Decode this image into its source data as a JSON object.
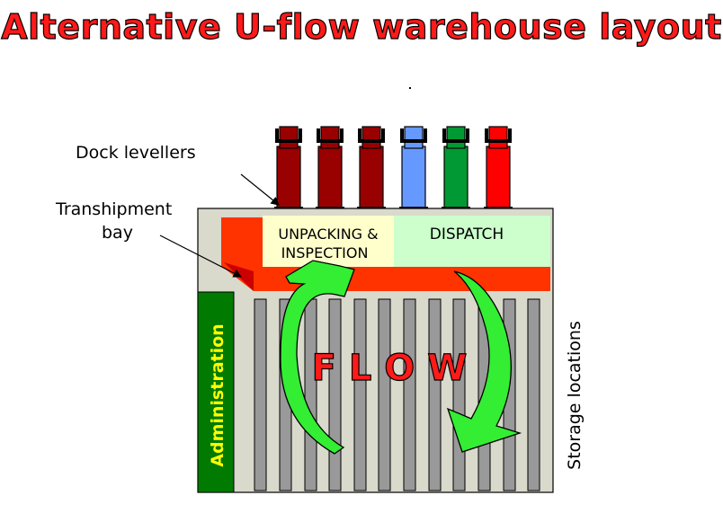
{
  "title": "Alternative U-flow warehouse layout",
  "labels": {
    "dock_levellers": "Dock levellers",
    "tranship_line1": "Transhipment",
    "tranship_line2": "bay",
    "unpacking_line1": "UNPACKING &",
    "unpacking_line2": "INSPECTION",
    "dispatch": "DISPATCH",
    "flow": "F L O W",
    "administration": "Administration",
    "storage": "Storage locations"
  },
  "trucks": [
    {
      "color": "#990000"
    },
    {
      "color": "#990000"
    },
    {
      "color": "#990000"
    },
    {
      "color": "#6699ff"
    },
    {
      "color": "#009933"
    },
    {
      "color": "#ff0000"
    }
  ],
  "colors": {
    "building": "#d9d9cc",
    "red_aisle": "#ff3300",
    "unpacking_zone": "#ffffcc",
    "dispatch_zone": "#ccffcc",
    "admin": "#007a00",
    "arrow": "#33ee33",
    "rack": "#999999"
  }
}
